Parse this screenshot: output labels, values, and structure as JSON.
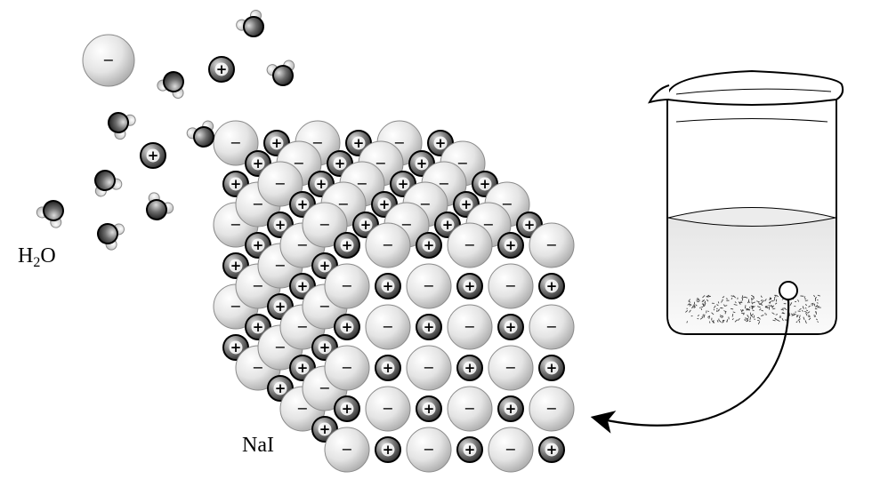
{
  "labels": {
    "water_main": "H",
    "water_sub": "2",
    "water_tail": "O",
    "salt": "NaI"
  },
  "symbols": {
    "anion": "−",
    "cation": "+"
  },
  "colors": {
    "anion_fill": "#d8d8d8",
    "cation_fill": "#777777",
    "hydrogen_fill": "#e6e6e6",
    "outline": "#000000"
  }
}
